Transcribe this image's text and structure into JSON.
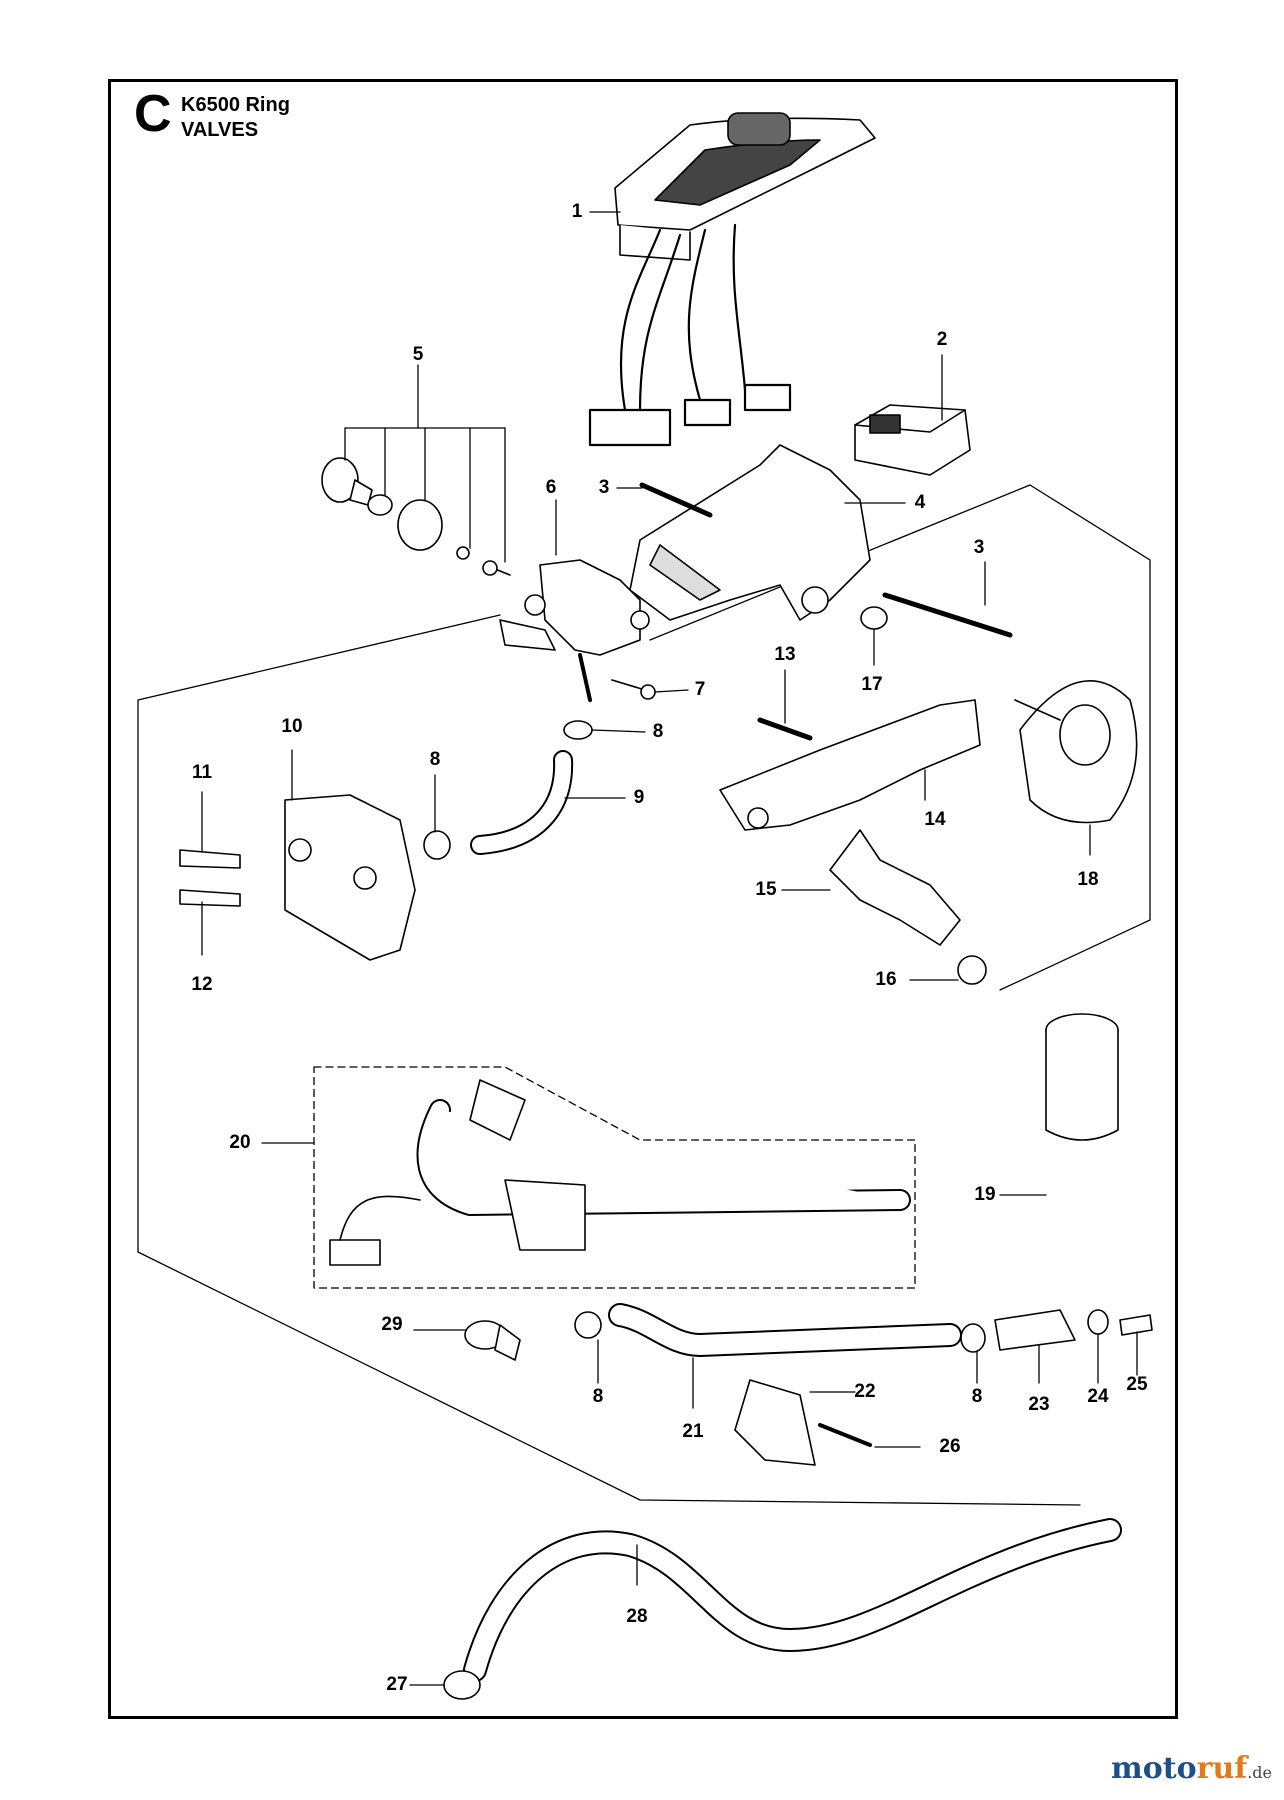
{
  "header": {
    "section_letter": "C",
    "model": "K6500 Ring",
    "group": "VALVES"
  },
  "watermark": {
    "brand_main": "moto",
    "brand_accent": "ruf",
    "tld": ".de"
  },
  "parts": [
    {
      "id": "label-1",
      "text": "1"
    },
    {
      "id": "label-2",
      "text": "2"
    },
    {
      "id": "label-3a",
      "text": "3"
    },
    {
      "id": "label-3b",
      "text": "3"
    },
    {
      "id": "label-4",
      "text": "4"
    },
    {
      "id": "label-5",
      "text": "5"
    },
    {
      "id": "label-6",
      "text": "6"
    },
    {
      "id": "label-7",
      "text": "7"
    },
    {
      "id": "label-8a",
      "text": "8"
    },
    {
      "id": "label-8b",
      "text": "8"
    },
    {
      "id": "label-8c",
      "text": "8"
    },
    {
      "id": "label-8d",
      "text": "8"
    },
    {
      "id": "label-9",
      "text": "9"
    },
    {
      "id": "label-10",
      "text": "10"
    },
    {
      "id": "label-11",
      "text": "11"
    },
    {
      "id": "label-12",
      "text": "12"
    },
    {
      "id": "label-13",
      "text": "13"
    },
    {
      "id": "label-14",
      "text": "14"
    },
    {
      "id": "label-15",
      "text": "15"
    },
    {
      "id": "label-16",
      "text": "16"
    },
    {
      "id": "label-17",
      "text": "17"
    },
    {
      "id": "label-18",
      "text": "18"
    },
    {
      "id": "label-19",
      "text": "19"
    },
    {
      "id": "label-20",
      "text": "20"
    },
    {
      "id": "label-21",
      "text": "21"
    },
    {
      "id": "label-22",
      "text": "22"
    },
    {
      "id": "label-23",
      "text": "23"
    },
    {
      "id": "label-24",
      "text": "24"
    },
    {
      "id": "label-25",
      "text": "25"
    },
    {
      "id": "label-26",
      "text": "26"
    },
    {
      "id": "label-27",
      "text": "27"
    },
    {
      "id": "label-28",
      "text": "28"
    },
    {
      "id": "label-29",
      "text": "29"
    }
  ],
  "colors": {
    "ink": "#000000",
    "watermark_blue": "#1d4f8a",
    "watermark_orange": "#e07a1a"
  }
}
